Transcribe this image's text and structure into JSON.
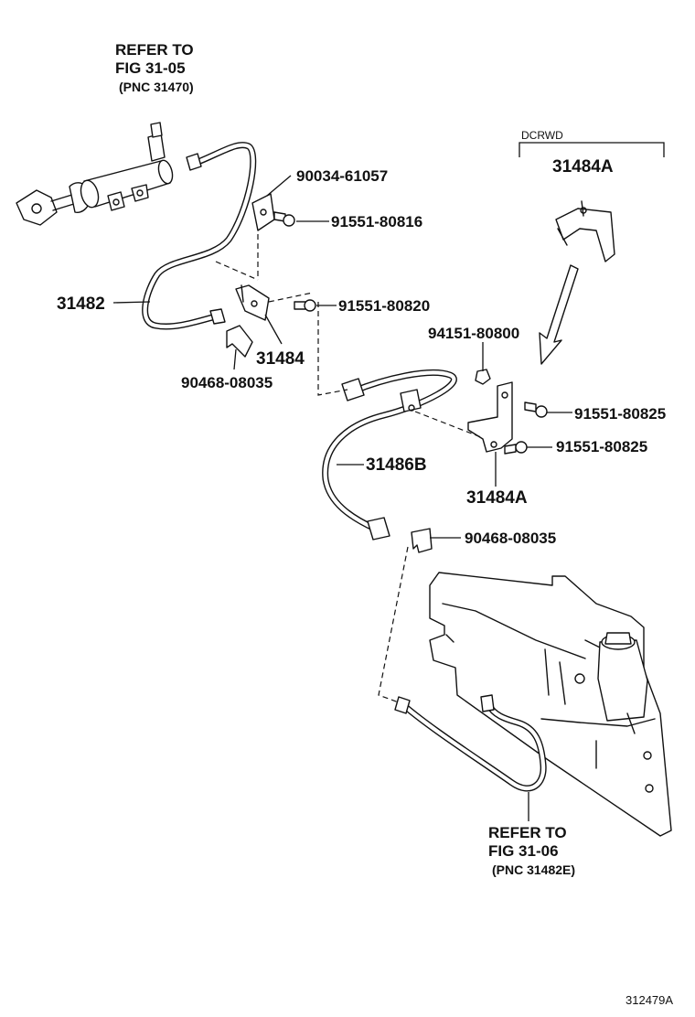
{
  "refs": {
    "top": {
      "line1": "REFER TO",
      "line2": "FIG 31-05",
      "line3": "(PNC 31470)"
    },
    "bottom": {
      "line1": "REFER TO",
      "line2": "FIG 31-06",
      "line3": "(PNC 31482E)"
    }
  },
  "variant": {
    "label": "DCRWD",
    "part": "31484A"
  },
  "callouts": [
    {
      "id": "90034-61057",
      "text": "90034-61057"
    },
    {
      "id": "91551-80816",
      "text": "91551-80816"
    },
    {
      "id": "31482",
      "text": "31482"
    },
    {
      "id": "91551-80820",
      "text": "91551-80820"
    },
    {
      "id": "31484",
      "text": "31484"
    },
    {
      "id": "90468-08035-a",
      "text": "90468-08035"
    },
    {
      "id": "94151-80800",
      "text": "94151-80800"
    },
    {
      "id": "91551-80825-a",
      "text": "91551-80825"
    },
    {
      "id": "91551-80825-b",
      "text": "91551-80825"
    },
    {
      "id": "31486B",
      "text": "31486B"
    },
    {
      "id": "31484A",
      "text": "31484A"
    },
    {
      "id": "90468-08035-b",
      "text": "90468-08035"
    }
  ],
  "figure_id": "312479A"
}
